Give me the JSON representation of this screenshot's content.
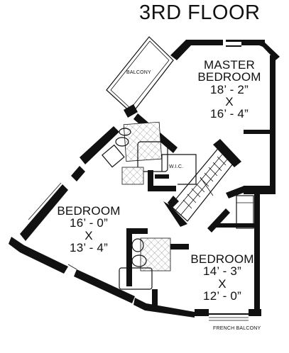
{
  "title": "3RD FLOOR",
  "rooms": {
    "master": {
      "name1": "MASTER",
      "name2": "BEDROOM",
      "dim1": "18’ - 2”",
      "by": "X",
      "dim2": "16’ - 4”"
    },
    "bedroom_west": {
      "name": "BEDROOM",
      "dim1": "16’ - 0”",
      "by": "X",
      "dim2": "13’ - 4”"
    },
    "bedroom_east": {
      "name": "BEDROOM",
      "dim1": "14’ - 3”",
      "by": "X",
      "dim2": "12’ - 0”"
    }
  },
  "labels": {
    "balcony": "BALCONY",
    "wic": "W.I.C.",
    "french_balcony": "FRENCH BALCONY"
  }
}
